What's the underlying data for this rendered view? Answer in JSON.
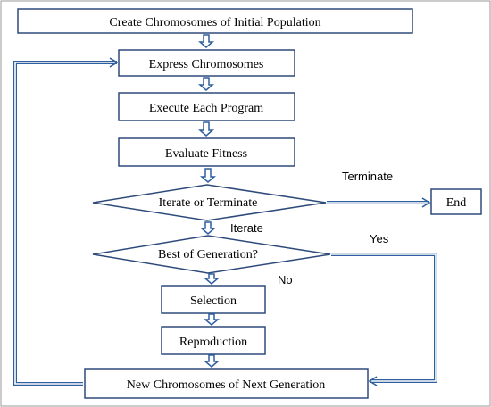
{
  "diagram": {
    "nodes": {
      "create": "Create Chromosomes of Initial Population",
      "express": "Express Chromosomes",
      "execute": "Execute Each Program",
      "evaluate": "Evaluate Fitness",
      "iterate_decision": "Iterate or Terminate",
      "end": "End",
      "best_decision": "Best of Generation?",
      "selection": "Selection",
      "reproduction": "Reproduction",
      "new_generation": "New Chromosomes of Next Generation"
    },
    "edge_labels": {
      "terminate": "Terminate",
      "iterate": "Iterate",
      "yes": "Yes",
      "no": "No"
    },
    "colors": {
      "box_stroke": "#2E4A7A",
      "arrow_stroke": "#2E5F9E",
      "arrow_fill": "#ffffff"
    }
  }
}
